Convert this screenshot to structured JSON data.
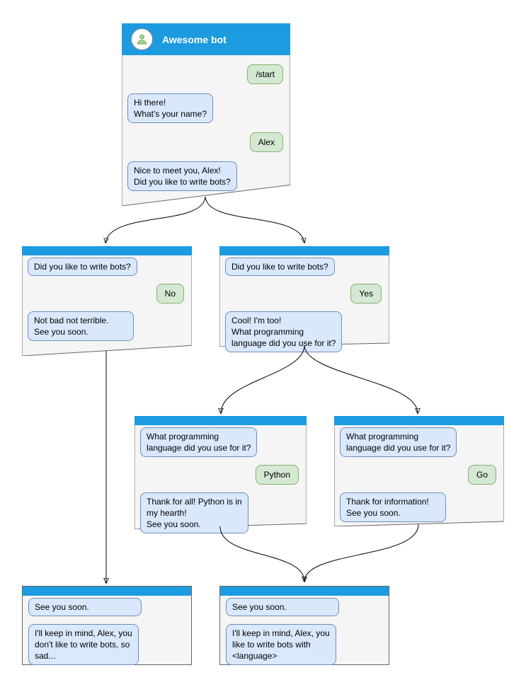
{
  "colors": {
    "header_blue": "#1c9be0",
    "window_bg": "#f5f5f5",
    "window_border": "#666666",
    "bot_bubble_bg": "#dae8fc",
    "bot_bubble_border": "#6c8ebf",
    "user_bubble_bg": "#d5e8d4",
    "user_bubble_border": "#82b366",
    "arrow": "#000000"
  },
  "windows": [
    {
      "name": "main",
      "title": "Awesome bot",
      "messages": [
        {
          "from": "user",
          "text": "/start"
        },
        {
          "from": "bot",
          "text": "Hi there!\nWhat's your name?"
        },
        {
          "from": "user",
          "text": "Alex"
        },
        {
          "from": "bot",
          "text": "Nice to meet you, Alex!\nDid you like to write bots?"
        }
      ]
    },
    {
      "name": "branch-no",
      "messages": [
        {
          "from": "bot",
          "text": "Did you like to write bots?"
        },
        {
          "from": "user",
          "text": "No"
        },
        {
          "from": "bot",
          "text": "Not bad not terrible.\nSee you soon."
        }
      ]
    },
    {
      "name": "branch-yes",
      "messages": [
        {
          "from": "bot",
          "text": "Did you like to write bots?"
        },
        {
          "from": "user",
          "text": "Yes"
        },
        {
          "from": "bot",
          "text": "Cool! I'm too!\nWhat programming\nlanguage did you use for it?"
        }
      ]
    },
    {
      "name": "branch-python",
      "messages": [
        {
          "from": "bot",
          "text": "What programming\nlanguage did you use for it?"
        },
        {
          "from": "user",
          "text": "Python"
        },
        {
          "from": "bot",
          "text": "Thank for all! Python is in\nmy hearth!\nSee you soon."
        }
      ]
    },
    {
      "name": "branch-go",
      "messages": [
        {
          "from": "bot",
          "text": "What programming\nlanguage did you use for it?"
        },
        {
          "from": "user",
          "text": "Go"
        },
        {
          "from": "bot",
          "text": "Thank for information!\nSee you soon."
        }
      ]
    },
    {
      "name": "end-no",
      "messages": [
        {
          "from": "bot",
          "text": "See you soon."
        },
        {
          "from": "bot",
          "text": "I'll keep in mind, Alex, you\ndon't like to write bots, so\nsad..."
        }
      ]
    },
    {
      "name": "end-yes",
      "messages": [
        {
          "from": "bot",
          "text": "See you soon."
        },
        {
          "from": "bot",
          "text": "I'll keep in mind, Alex, you\nlike to write bots with\n<language>"
        }
      ]
    }
  ]
}
